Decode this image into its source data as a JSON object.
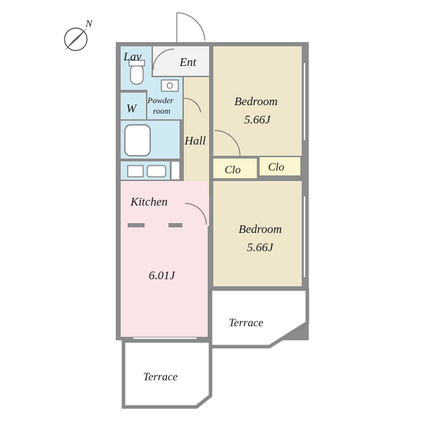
{
  "compass": {
    "label": "N",
    "icon": "north-arrow-icon"
  },
  "rooms": {
    "lav": {
      "label": "Lav",
      "color": "#cfe9f2"
    },
    "entrance": {
      "label": "Ent",
      "color": "#f2f2f2"
    },
    "powder_room": {
      "label_line1": "Powder",
      "label_line2": "room",
      "color": "#cfe9f2"
    },
    "washer": {
      "label": "W"
    },
    "hall": {
      "label": "Hall",
      "color": "#efe6cc"
    },
    "bedroom_north": {
      "label": "Bedroom",
      "size": "5.66J",
      "color": "#efe6cc"
    },
    "bedroom_south": {
      "label": "Bedroom",
      "size": "5.66J",
      "color": "#efe6cc"
    },
    "closet_left": {
      "label": "Clo",
      "color": "#fbf5d0"
    },
    "closet_right": {
      "label": "Clo",
      "color": "#fbf5d0"
    },
    "kitchen": {
      "label": "Kitchen",
      "size": "6.01J",
      "color": "#fbe4e8"
    },
    "terrace_east": {
      "label": "Terrace"
    },
    "terrace_south": {
      "label": "Terrace"
    }
  },
  "colors": {
    "wall": "#8c8c8c",
    "wall_dark": "#6e6e6e",
    "wet": "#cfe9f2",
    "wood": "#efe6cc",
    "kitchen": "#fbe4e8",
    "closet": "#fbf5d0"
  }
}
